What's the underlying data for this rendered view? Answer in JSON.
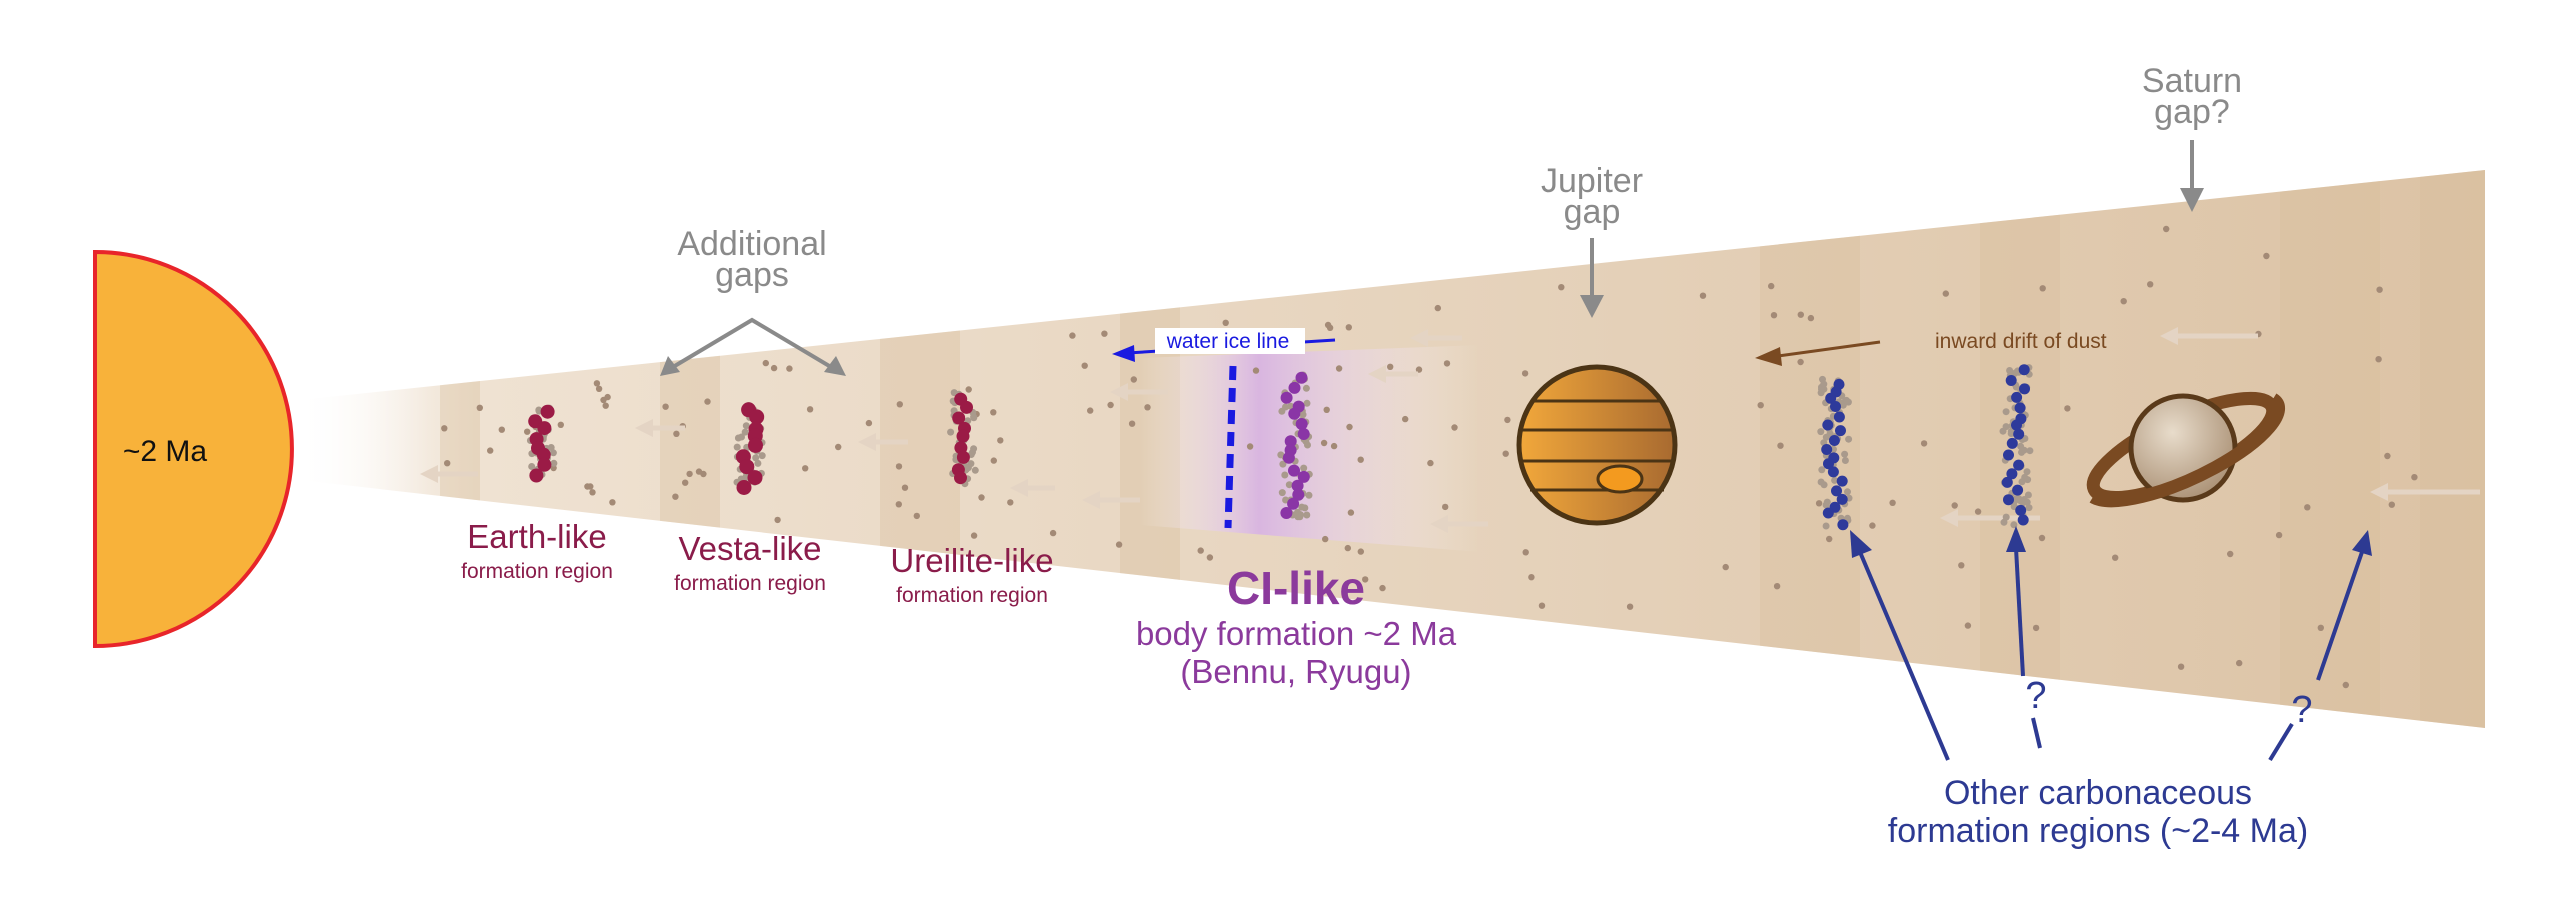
{
  "sun": {
    "label": "~2 Ma"
  },
  "gaps": {
    "additional": [
      "Additional",
      "gaps"
    ],
    "jupiter": [
      "Jupiter",
      "gap"
    ],
    "saturn": [
      "Saturn",
      "gap?"
    ]
  },
  "regions": {
    "earth": {
      "name": "Earth-like",
      "sub": "formation region"
    },
    "vesta": {
      "name": "Vesta-like",
      "sub": "formation region"
    },
    "ureilite": {
      "name": "Ureilite-like",
      "sub": "formation region"
    },
    "ci": {
      "name": "CI-like",
      "sub1": "body formation ~2 Ma",
      "sub2": "(Bennu, Ryugu)"
    }
  },
  "lines": {
    "water_ice": "water ice line",
    "drift": "inward drift of dust"
  },
  "carbonaceous": {
    "line1": "Other carbonaceous",
    "line2": "formation regions (~2-4 Ma)",
    "question": "?"
  },
  "colors": {
    "sun_fill": "#f8b23a",
    "sun_edge": "#e8252a",
    "disk": "#e7d4bd",
    "inner_clump": "#9b1b46",
    "ci_clump": "#8a35a6",
    "outer_clump": "#2e3a9b",
    "gray_text": "#8a8a8a",
    "region_text": "#8a1c4a",
    "ci_text": "#8b3a9c",
    "blue_text": "#2d3a92",
    "ice_line": "#1a1ae0",
    "drift": "#7a4a22"
  }
}
